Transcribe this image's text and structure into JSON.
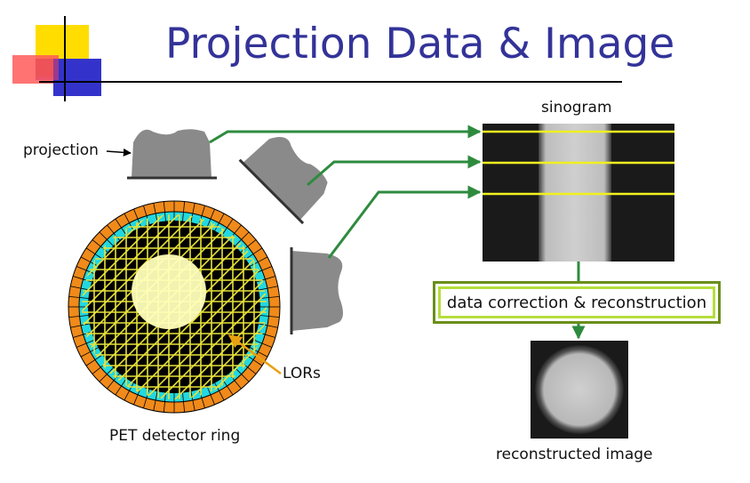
{
  "slide": {
    "title": "Projection Data & Image",
    "labels": {
      "projection": "projection",
      "sinogram": "sinogram",
      "lors": "LORs",
      "detector_ring": "PET detector ring",
      "correction": "data correction & reconstruction",
      "reconstructed": "reconstructed image"
    }
  },
  "colors": {
    "title": "#333399",
    "arrow": "#2e8b3e",
    "detector_outer": "#f08a1a",
    "detector_inner": "#22d8e0",
    "lor_lines": "#e8e23a",
    "sinogram_lines": "#f0f020",
    "label_pointer": "#e8a010",
    "box_border": "#6a8f1a",
    "box_inner": "#b5de3c"
  },
  "icons": [
    "logo-squares-icon",
    "right-arrow-icon",
    "down-arrow-icon"
  ]
}
